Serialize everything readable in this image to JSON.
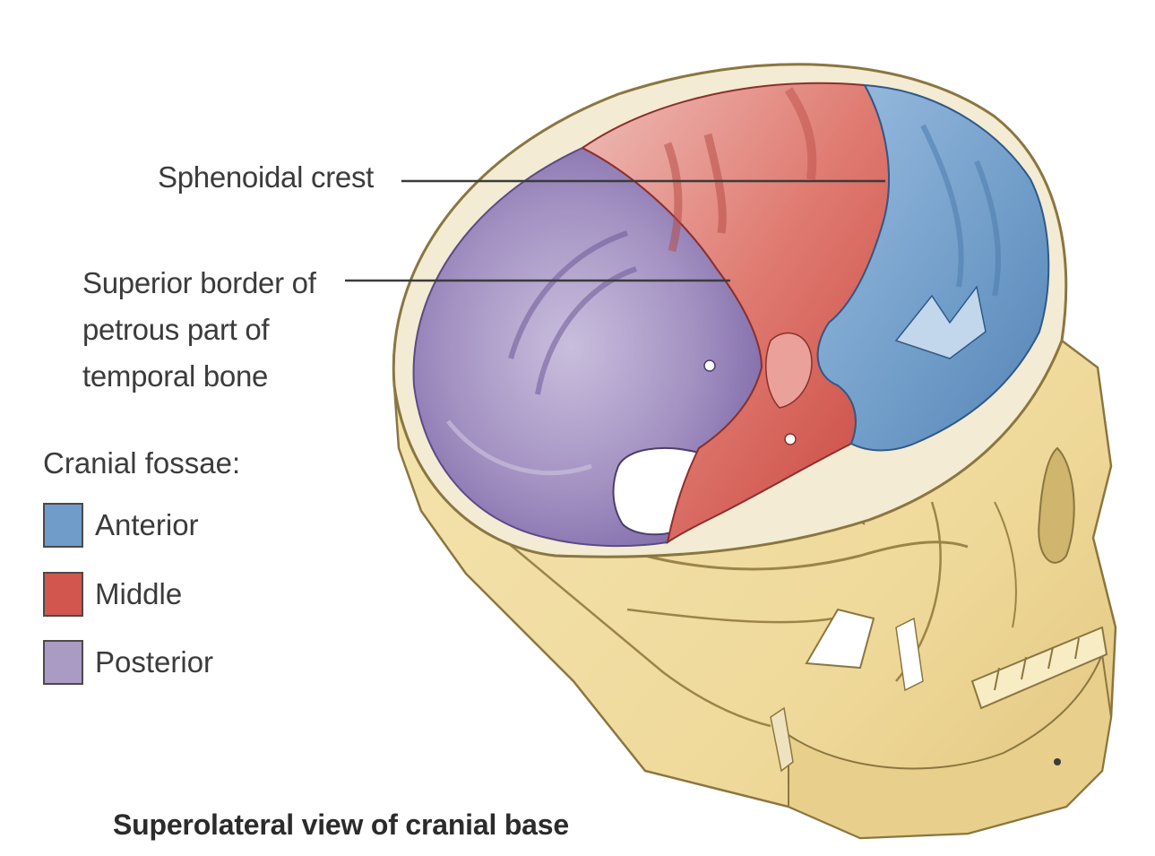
{
  "labels": {
    "sphenoidal_crest": "Sphenoidal crest",
    "petrous_line1": "Superior border of",
    "petrous_line2": "petrous part of",
    "petrous_line3": "temporal bone"
  },
  "legend": {
    "title": "Cranial fossae:",
    "items": [
      {
        "label": "Anterior",
        "color": "#6f9cc8"
      },
      {
        "label": "Middle",
        "color": "#d2564e"
      },
      {
        "label": "Posterior",
        "color": "#a99bc4"
      }
    ]
  },
  "caption": "Superolateral view of cranial base",
  "colors": {
    "bone": "#f1dea0",
    "bone_shadow": "#cfb56d",
    "anterior_fossa": "#6f9cc8",
    "middle_fossa": "#d2564e",
    "posterior_fossa": "#a99bc4",
    "leader_line": "#3b3b3b"
  }
}
